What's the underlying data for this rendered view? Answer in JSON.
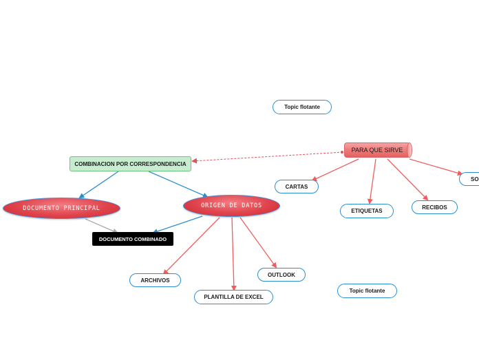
{
  "colors": {
    "blue_connector": "#2b8fcf",
    "red_connector": "#f05c5c",
    "grey_connector": "#a8a8a8",
    "dotted_relation": "#e0525a"
  },
  "floating_topics": [
    "Topic flotante",
    "Topic flotante"
  ],
  "central": {
    "label": "COMBINACION POR CORRESPONDENCIA"
  },
  "documento_principal": {
    "label": "DOCUMENTO PRINCIPAL"
  },
  "origen_de_datos": {
    "label": "ORIGEN DE DATOS"
  },
  "documento_combinado": {
    "label": "DOCUMENTO COMBINADO"
  },
  "origen_children": [
    "ARCHIVOS",
    "PLANTILLA DE EXCEL",
    "OUTLOOK"
  ],
  "para_que_sirve": {
    "label": "PARA QUE SIRVE",
    "children": [
      "CARTAS",
      "ETIQUETAS",
      "RECIBOS",
      "SOB"
    ]
  }
}
